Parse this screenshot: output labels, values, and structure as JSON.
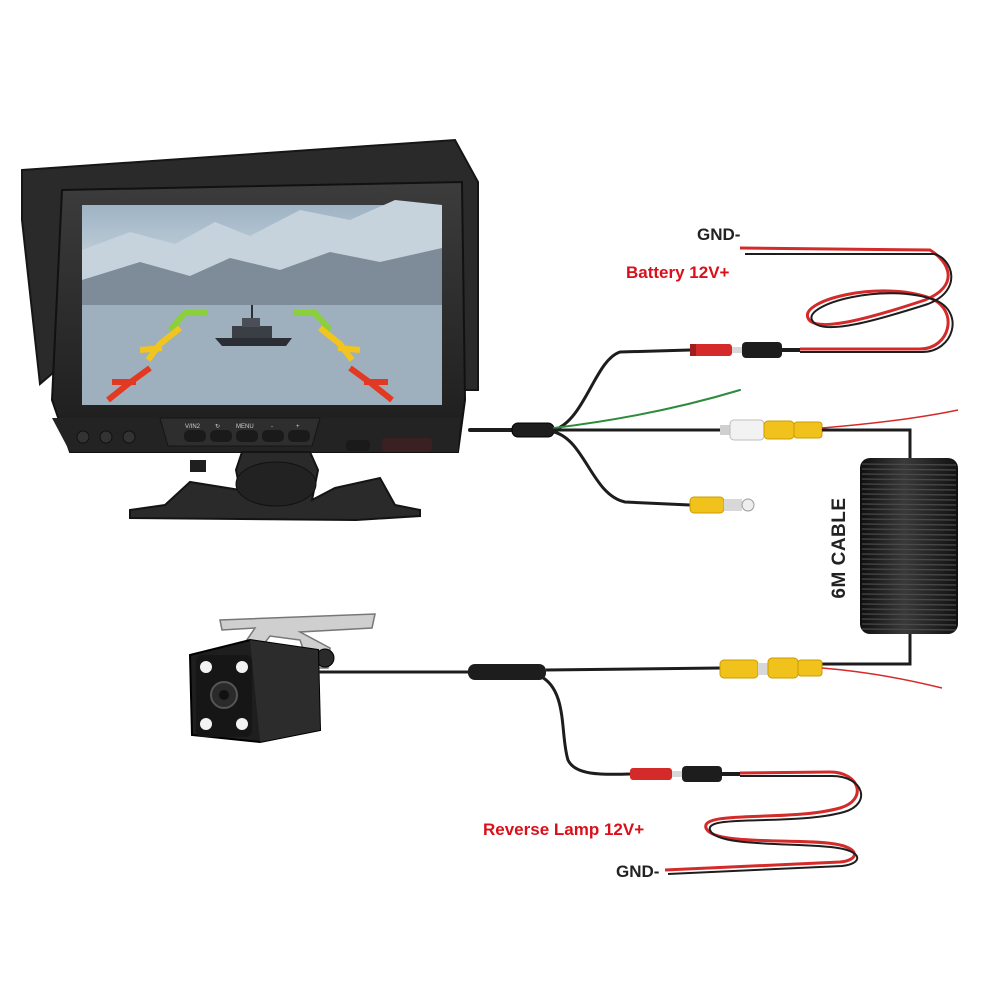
{
  "labels": {
    "gnd_top": "GND-",
    "battery": "Battery 12V+",
    "cable": "6M CABLE",
    "reverse_lamp": "Reverse Lamp 12V+",
    "gnd_bottom": "GND-"
  },
  "monitor_buttons": {
    "vin": "V/IN2",
    "mode": "↻",
    "menu": "MENU",
    "minus": "-",
    "plus": "+"
  },
  "colors": {
    "label_red": "#d9101a",
    "label_dark": "#222222",
    "wire_red": "#d42a2a",
    "wire_black": "#1d1d1d",
    "wire_green": "#2e8b3e",
    "rca_yellow": "#f2c21c",
    "rca_white": "#f2f2f2",
    "guide_red": "#e23a22",
    "guide_yellow": "#f1c51d",
    "guide_green": "#8ccf3c"
  }
}
